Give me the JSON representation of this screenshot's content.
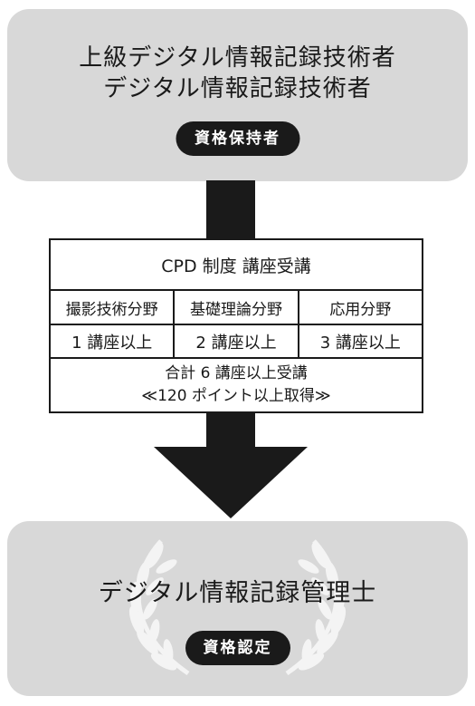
{
  "top": {
    "title_line1": "上級デジタル情報記録技術者",
    "title_line2": "デジタル情報記録技術者",
    "badge": "資格保持者"
  },
  "table": {
    "header": "CPD 制度 講座受講",
    "fields": [
      "撮影技術分野",
      "基礎理論分野",
      "応用分野"
    ],
    "counts": [
      "1 講座以上",
      "2 講座以上",
      "3 講座以上"
    ],
    "total_line1": "合計 6 講座以上受講",
    "total_line2": "≪120 ポイント以上取得≫"
  },
  "bottom": {
    "title": "デジタル情報記録管理士",
    "badge": "資格認定"
  },
  "colors": {
    "panel": "#d8d8d8",
    "dark": "#1a1a1a",
    "wreath": "#f2f2f2"
  }
}
